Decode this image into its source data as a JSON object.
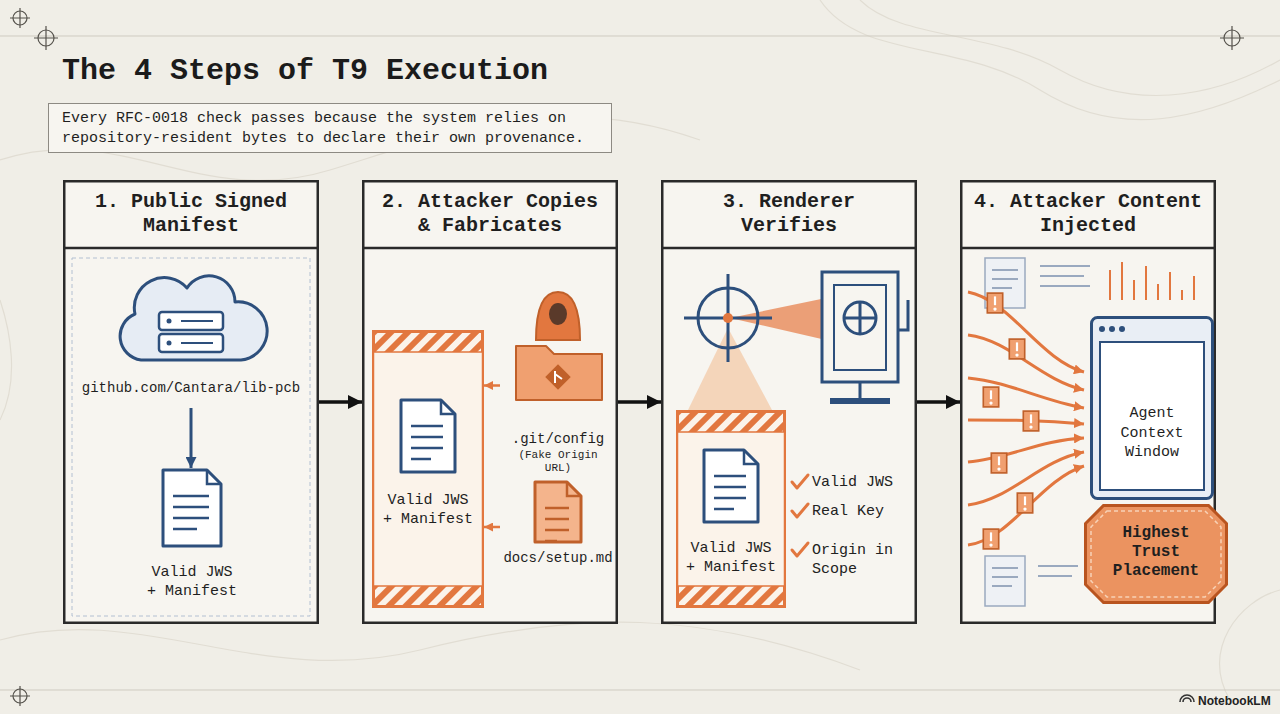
{
  "diagram": {
    "title": "The 4 Steps of T9 Execution",
    "nodes": [
      {
        "text": [
          "Every RFC-0018 check passes because the system relies on repository-resident bytes to declare their own provenance."
        ]
      },
      {
        "text": [
          "1. Public Signed Manifest"
        ]
      },
      {
        "text": [
          "github.com/Cantara/lib-pcb"
        ],
        "in": 1
      },
      {
        "text": [
          "Valid JWS + Manifest"
        ],
        "in": 1
      },
      {
        "text": [
          "2. Attacker Copies & Fabricates"
        ]
      },
      {
        "text": [
          "Valid JWS + Manifest"
        ],
        "in": 4
      },
      {
        "text": [
          ".git/config",
          "(Fake Origin URL)"
        ],
        "in": 4
      },
      {
        "text": [
          "docs/setup.md"
        ],
        "in": 4
      },
      {
        "text": [
          "3. Renderer Verifies"
        ]
      },
      {
        "text": [
          "Valid JWS + Manifest"
        ],
        "in": 8
      },
      {
        "text": [
          "4. Attacker Content Injected"
        ]
      },
      {
        "text": [
          "Agent Context Window"
        ],
        "in": 10
      },
      {
        "text": [
          "Highest Trust Placement"
        ],
        "in": 10
      }
    ],
    "edges": [
      {
        "from": 1,
        "to": 4,
        "arrow": "to"
      },
      {
        "from": 4,
        "to": 8,
        "arrow": "to"
      },
      {
        "from": 8,
        "to": 10,
        "arrow": "to"
      },
      {
        "from": 2,
        "to": 3,
        "arrow": "to"
      },
      {
        "from": 6,
        "to": 5,
        "arrow": "to"
      },
      {
        "from": 7,
        "to": 5,
        "arrow": "to"
      }
    ],
    "labels": [
      "Valid JWS",
      "Real Key",
      "Origin in Scope",
      "NotebookLM"
    ]
  }
}
